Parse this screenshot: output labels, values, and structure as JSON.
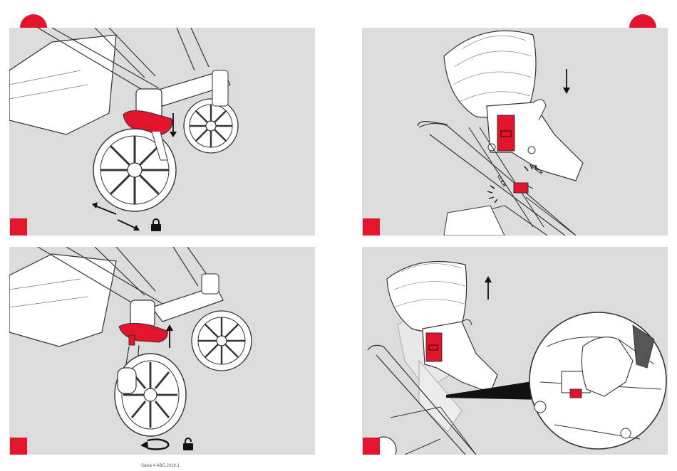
{
  "document": {
    "footer_text": "Salsa 4 ABC.2019.1",
    "click_labels": [
      "CLICK",
      "CLICK"
    ]
  },
  "colors": {
    "accent": "#e3152c",
    "panel_bg": "#dcdcdc",
    "line": "#333333"
  },
  "panels": [
    {
      "name": "step-wheel-attach",
      "icons": [
        "diagonal-arrows-icon",
        "lock-closed-icon"
      ]
    },
    {
      "name": "step-seat-attach",
      "icons": [
        "down-arrow-icon"
      ]
    },
    {
      "name": "step-wheel-release",
      "icons": [
        "rotate-arrow-icon",
        "lock-open-icon"
      ]
    },
    {
      "name": "step-seat-release",
      "icons": [
        "up-arrow-icon",
        "magnifier-detail-icon"
      ]
    }
  ]
}
